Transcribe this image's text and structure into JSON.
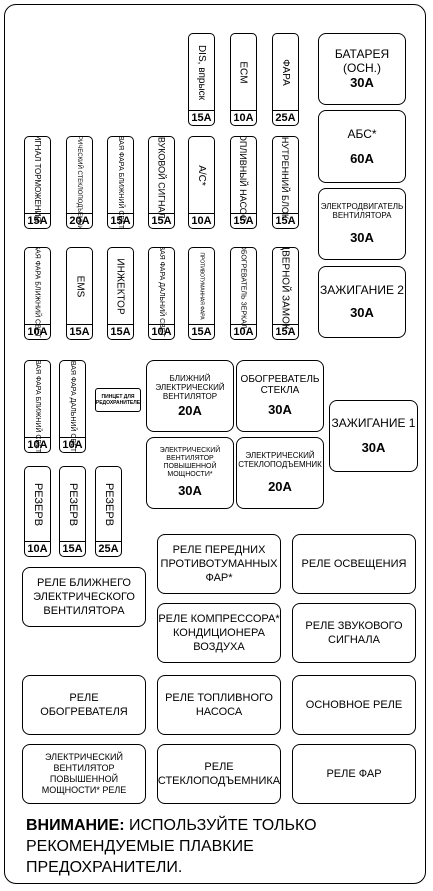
{
  "fuses_top": [
    {
      "id": "dis",
      "label": "DIS, впрыск",
      "amp": "15A"
    },
    {
      "id": "ecm",
      "label": "ECM",
      "amp": "10A"
    },
    {
      "id": "fara",
      "label": "ФАРА",
      "amp": "25A"
    }
  ],
  "boxes_right": [
    {
      "id": "batareya",
      "label": "БАТАРЕЯ\n(ОСН.)",
      "amp": "30A"
    },
    {
      "id": "abs",
      "label": "АБС*",
      "amp": "60A"
    },
    {
      "id": "fan-motor",
      "label": "ЭЛЕКТРОДВИГАТЕЛЬ\nВЕНТИЛЯТОРА",
      "amp": "30A"
    },
    {
      "id": "ign2",
      "label": "ЗАЖИГАНИЕ 2",
      "amp": "30A"
    }
  ],
  "fuses_row2": [
    {
      "id": "stop",
      "label": "СИГНАЛ\nТОРМОЖЕНИЯ",
      "amp": "15A"
    },
    {
      "id": "elec-windows",
      "label": "ЭЛЕКТРИЧЕСКИЙ\nСТЕКЛОПОДЪЕМНИК",
      "amp": "20A"
    },
    {
      "id": "right-high",
      "label": "ПРАВАЯ ФАРА\nБЛИЖНИЙ СВЕТ",
      "amp": "15A"
    },
    {
      "id": "horn",
      "label": "ЗВУКОВОЙ\nСИГНАЛ",
      "amp": "15A"
    },
    {
      "id": "ac",
      "label": "A/C*",
      "amp": "10A"
    },
    {
      "id": "fuel-pump",
      "label": "ТОПЛИВНЫЙ\nНАСОС",
      "amp": "15A"
    },
    {
      "id": "int-block",
      "label": "ВНУТРЕННИЙ\nБЛОК",
      "amp": "15A"
    }
  ],
  "fuses_row3": [
    {
      "id": "left-low",
      "label": "ЛЕВАЯ ФАРА\nБЛИЖНИЙ СВЕТ",
      "amp": "10A"
    },
    {
      "id": "ems",
      "label": "EMS",
      "amp": "15A"
    },
    {
      "id": "injector",
      "label": "ИНЖЕКТОР",
      "amp": "15A"
    },
    {
      "id": "left-high",
      "label": "ЛЕВАЯ ФАРА\nДАЛЬНИЙ СВЕТ",
      "amp": "10A"
    },
    {
      "id": "fog-front",
      "label": "ПРОТИВОТУМАННАЯ ФАРА",
      "amp": "15A"
    },
    {
      "id": "mirror-heat",
      "label": "ОБОГРЕВАТЕЛЬ\nЗЕРКАЛ",
      "amp": "10A"
    },
    {
      "id": "door-lock",
      "label": "ДВЕРНОЙ\nЗАМОК",
      "amp": "15A"
    }
  ],
  "fuses_row4": [
    {
      "id": "right-low",
      "label": "ПРАВАЯ ФАРА\nБЛИЖНИЙ СВЕТ",
      "amp": "10A"
    },
    {
      "id": "right-high2",
      "label": "ПРАВАЯ ФАРА\nДАЛЬНИЙ СВЕТ",
      "amp": "10A"
    }
  ],
  "puller_label": "ПИНЦЕТ ДЛЯ\nПРЕДОХРАНИТЕЛЕЙ",
  "boxes_mid": [
    {
      "id": "low-fan",
      "label": "БЛИЖНИЙ\nЭЛЕКТРИЧЕСКИЙ\nВЕНТИЛЯТОР",
      "amp": "20A"
    },
    {
      "id": "glass-heat",
      "label": "ОБОГРЕВАТЕЛЬ\nСТЕКЛА",
      "amp": "30A"
    },
    {
      "id": "ign1",
      "label": "ЗАЖИГАНИЕ 1",
      "amp": "30A"
    },
    {
      "id": "hi-fan",
      "label": "ЭЛЕКТРИЧЕСКИЙ\nВЕНТИЛЯТОР ПОВЫШЕННОЙ\nМОЩНОСТИ*",
      "amp": "30A"
    },
    {
      "id": "win-lift",
      "label": "ЭЛЕКТРИЧЕСКИЙ\nСТЕКЛОПОДЪЕМНИК",
      "amp": "20A"
    }
  ],
  "fuses_spare": [
    {
      "id": "spare1",
      "label": "РЕЗЕРВ",
      "amp": "10A"
    },
    {
      "id": "spare2",
      "label": "РЕЗЕРВ",
      "amp": "15A"
    },
    {
      "id": "spare3",
      "label": "РЕЗЕРВ",
      "amp": "25A"
    }
  ],
  "relays": [
    {
      "id": "fog-relay",
      "label": "РЕЛЕ ПЕРЕДНИХ\nПРОТИВОТУМАННЫХ\nФАР*"
    },
    {
      "id": "light-relay",
      "label": "РЕЛЕ ОСВЕЩЕНИЯ"
    },
    {
      "id": "low-fan-relay",
      "label": "РЕЛЕ БЛИЖНЕГО\nЭЛЕКТРИЧЕСКОГО\nВЕНТИЛЯТОРА"
    },
    {
      "id": "compressor-relay",
      "label": "РЕЛЕ КОМПРЕССОРА*\nКОНДИЦИОНЕРА\nВОЗДУХА"
    },
    {
      "id": "horn-relay",
      "label": "РЕЛЕ ЗВУКОВОГО\nСИГНАЛА"
    },
    {
      "id": "heater-relay",
      "label": "РЕЛЕ\nОБОГРЕВАТЕЛЯ"
    },
    {
      "id": "fuel-relay",
      "label": "РЕЛЕ ТОПЛИВНОГО\nНАСОСА"
    },
    {
      "id": "main-relay",
      "label": "ОСНОВНОЕ РЕЛЕ"
    },
    {
      "id": "hi-fan-relay",
      "label": "ЭЛЕКТРИЧЕСКИЙ\nВЕНТИЛЯТОР\nПОВЫШЕННОЙ\nМОЩНОСТИ* РЕЛЕ"
    },
    {
      "id": "winlift-relay",
      "label": "РЕЛЕ\nСТЕКЛОПОДЪЕМНИКА"
    },
    {
      "id": "headlamp-relay",
      "label": "РЕЛЕ ФАР"
    }
  ],
  "note": {
    "bold": "ВНИМАНИЕ:",
    "text": " ИСПОЛЬЗУЙТЕ ТОЛЬКО РЕКОМЕНДУЕМЫЕ ПЛАВКИЕ ПРЕДОХРАНИТЕЛИ."
  }
}
